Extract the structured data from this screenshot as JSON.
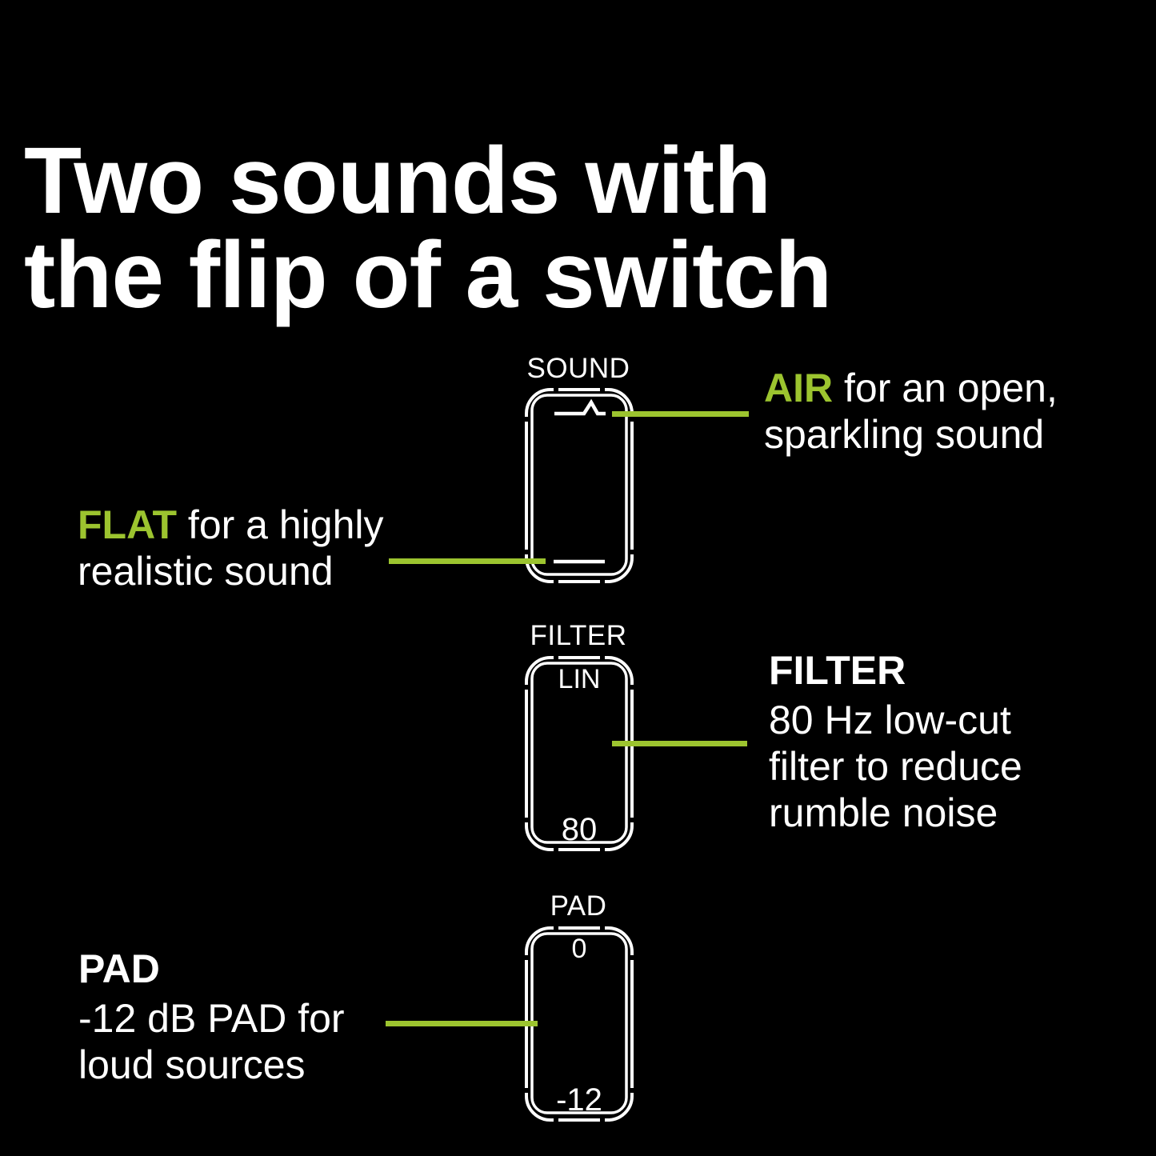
{
  "page": {
    "background": "#000000",
    "text_color": "#ffffff",
    "accent_green": "#9cc42f"
  },
  "title": {
    "line1": "Two sounds with",
    "line2": "the flip of a switch"
  },
  "switches": {
    "sound": {
      "label": "SOUND",
      "top_icon": "air-curve-icon",
      "bottom_icon": "flat-line-icon"
    },
    "filter": {
      "label": "FILTER",
      "top_value": "LIN",
      "bottom_value": "80"
    },
    "pad": {
      "label": "PAD",
      "top_value": "0",
      "bottom_value": "-12"
    }
  },
  "annotations": {
    "air": {
      "keyword": "AIR",
      "after_keyword": " for an open,",
      "line2": "sparkling sound"
    },
    "flat": {
      "keyword": "FLAT",
      "after_keyword": " for a highly",
      "line2": "realistic sound"
    },
    "filter": {
      "heading": "FILTER",
      "line1": "80 Hz low-cut",
      "line2": "filter to reduce",
      "line3": "rumble noise"
    },
    "pad": {
      "heading": "PAD",
      "line1": "-12 dB PAD for",
      "line2": "loud sources"
    }
  }
}
